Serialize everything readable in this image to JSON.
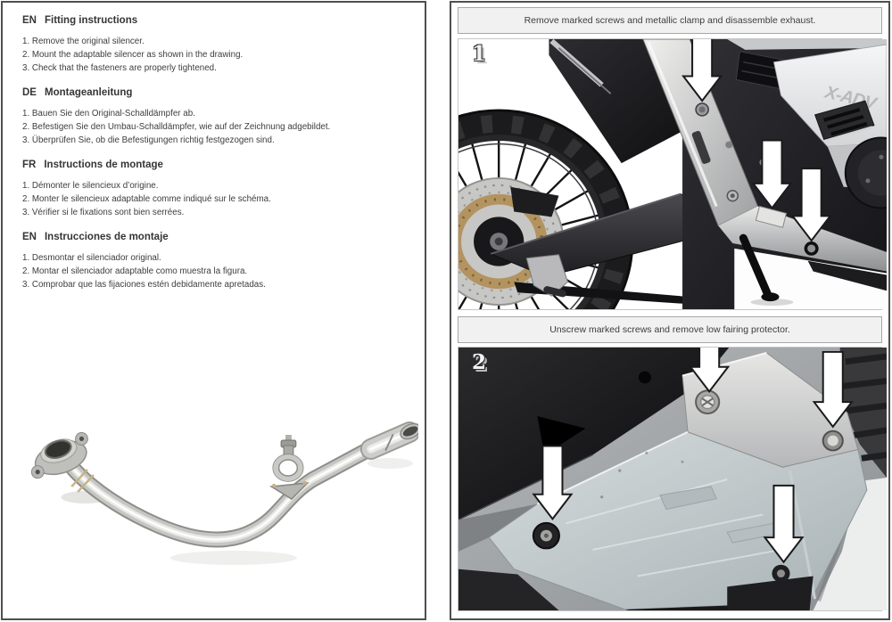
{
  "instructions_panel": {
    "sections": [
      {
        "lang": "EN",
        "title": "Fitting instructions",
        "items": [
          "1. Remove the original silencer.",
          "2. Mount the adaptable silencer as shown in the drawing.",
          "3. Check that the fasteners are properly tightened."
        ]
      },
      {
        "lang": "DE",
        "title": "Montageanleitung",
        "items": [
          "1. Bauen Sie den Original-Schalldämpfer ab.",
          "2. Befestigen Sie den Umbau-Schalldämpfer, wie auf der Zeichnung adgebildet.",
          "3. Überprüfen Sie, ob die Befestigungen richtig festgezogen sind."
        ]
      },
      {
        "lang": "FR",
        "title": "Instructions de montage",
        "items": [
          "1. Démonter le silencieux d’origine.",
          "2. Monter le silencieux adaptable comme indiqué sur le schéma.",
          "3. Vérifier si le fixations sont bien serrées."
        ]
      },
      {
        "lang": "EN",
        "title": "Instrucciones de montaje",
        "items": [
          "1. Desmontar el silenciador original.",
          "2. Montar el silenciador adaptable como muestra la figura.",
          "3. Comprobar que las fijaciones estén debidamente apretadas."
        ]
      }
    ],
    "product_photo_alt": "Stainless steel adaptable link pipe with flange, clamp bracket and slip-on end"
  },
  "steps_panel": {
    "steps": [
      {
        "number": "1",
        "caption": "Remove marked screws and metallic clamp and disassemble exhaust.",
        "photo_alt": "Right rear view of scooter: spoked wheel, brake disc, swingarm and silver exhaust heat shield with three arrows marking screws",
        "logo_text": "X-ADV",
        "arrow_count": 3
      },
      {
        "number": "2",
        "caption": "Unscrew marked screws and remove low fairing protector.",
        "photo_alt": "Underside view of aluminium low fairing protector with four arrows marking screws",
        "arrow_count": 4
      }
    ]
  },
  "colors": {
    "panel_border": "#4f4f4f",
    "caption_bg": "#f1f1f1",
    "caption_border": "#a8a8a8",
    "text": "#3a3a3a",
    "arrow_fill": "#ffffff",
    "arrow_outline": "#1a1a1a",
    "bronze_carrier": "#b39360",
    "aluminium_plate": "#c3cccf"
  }
}
